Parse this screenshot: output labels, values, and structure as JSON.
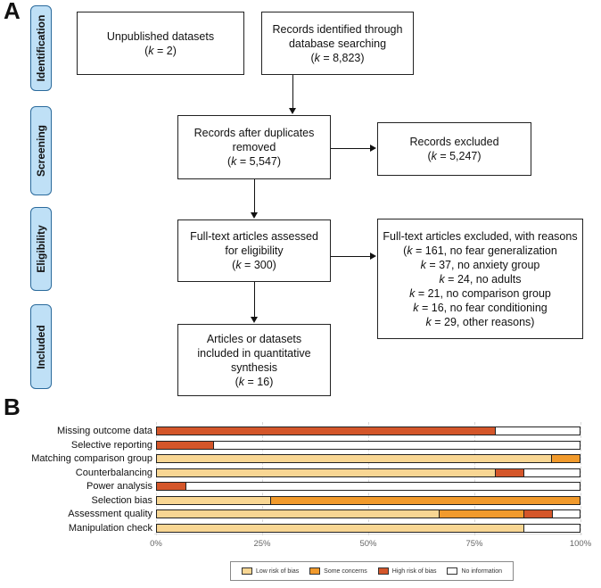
{
  "panel_a": {
    "letter": "A",
    "stages": [
      "Identification",
      "Screening",
      "Eligibility",
      "Included"
    ],
    "boxes": {
      "unpublished": {
        "l1": "Unpublished datasets",
        "l2": "(k = 2)"
      },
      "records_identified": {
        "l1": "Records identified through",
        "l2": "database searching",
        "l3": "(k = 8,823)"
      },
      "after_duplicates": {
        "l1": "Records after duplicates",
        "l2": "removed",
        "l3": "(k = 5,547)"
      },
      "records_excluded": {
        "l1": "Records excluded",
        "l2": "(k = 5,247)"
      },
      "fulltext_assessed": {
        "l1": "Full-text articles assessed",
        "l2": "for eligibility",
        "l3": "(k = 300)"
      },
      "fulltext_excluded": {
        "l1": "Full-text articles excluded, with reasons",
        "l2": "(k = 161, no fear generalization",
        "l3": "k = 37, no anxiety group",
        "l4": "k = 24, no adults",
        "l5": "k = 21, no comparison group",
        "l6": "k = 16, no fear conditioning",
        "l7": "k = 29, other reasons)"
      },
      "included": {
        "l1": "Articles or datasets",
        "l2": "included in quantitative",
        "l3": "synthesis",
        "l4": "(k = 16)"
      }
    }
  },
  "panel_b": {
    "letter": "B",
    "colors": {
      "low": "#f8d693",
      "some": "#f19a2c",
      "high": "#d4562a",
      "none": "#ffffff"
    },
    "legend": [
      "Low risk of bias",
      "Some concerns",
      "High risk of bias",
      "No information"
    ],
    "ticks": [
      "0%",
      "25%",
      "50%",
      "75%",
      "100%"
    ]
  },
  "chart_data": {
    "type": "bar",
    "orientation": "horizontal-stacked",
    "categories": [
      "Missing outcome data",
      "Selective reporting",
      "Matching comparison group",
      "Counterbalancing",
      "Power analysis",
      "Selection bias",
      "Assessment quality",
      "Manipulation check"
    ],
    "series": [
      {
        "name": "Low risk of bias",
        "values": [
          0,
          0,
          93.3,
          80,
          0,
          26.7,
          66.7,
          86.7
        ]
      },
      {
        "name": "Some concerns",
        "values": [
          0,
          0,
          6.7,
          0,
          0,
          73.3,
          20,
          0
        ]
      },
      {
        "name": "High risk of bias",
        "values": [
          80,
          13.3,
          0,
          6.7,
          6.7,
          0,
          6.7,
          0
        ]
      },
      {
        "name": "No information",
        "values": [
          20,
          86.7,
          0,
          13.3,
          93.3,
          0,
          6.6,
          13.3
        ]
      }
    ],
    "xlim": [
      0,
      100
    ],
    "xticks": [
      "0%",
      "25%",
      "50%",
      "75%",
      "100%"
    ],
    "grid": true,
    "legend_position": "bottom"
  }
}
